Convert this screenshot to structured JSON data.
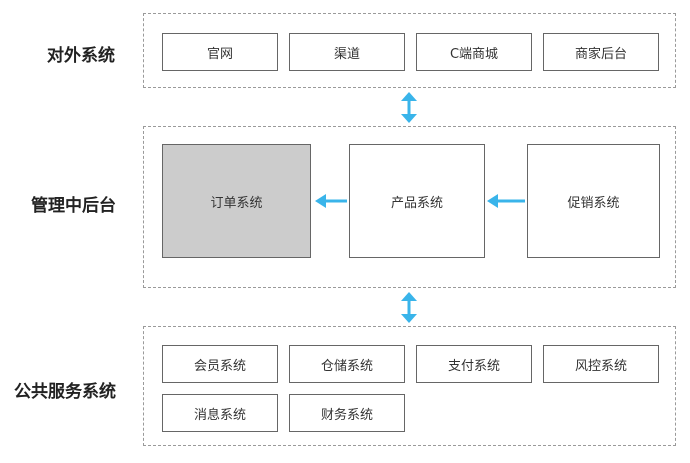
{
  "external": {
    "label": "对外系统",
    "items": [
      "官网",
      "渠道",
      "C端商城",
      "商家后台"
    ]
  },
  "management": {
    "label": "管理中后台",
    "items": [
      "订单系统",
      "产品系统",
      "促销系统"
    ]
  },
  "public": {
    "label": "公共服务系统",
    "items": [
      "会员系统",
      "仓储系统",
      "支付系统",
      "风控系统",
      "消息系统",
      "财务系统"
    ]
  },
  "colors": {
    "arrow": "#39b4ea",
    "box_border": "#666666",
    "group_border": "#9a9a9a",
    "highlight_fill": "#cccccc"
  }
}
